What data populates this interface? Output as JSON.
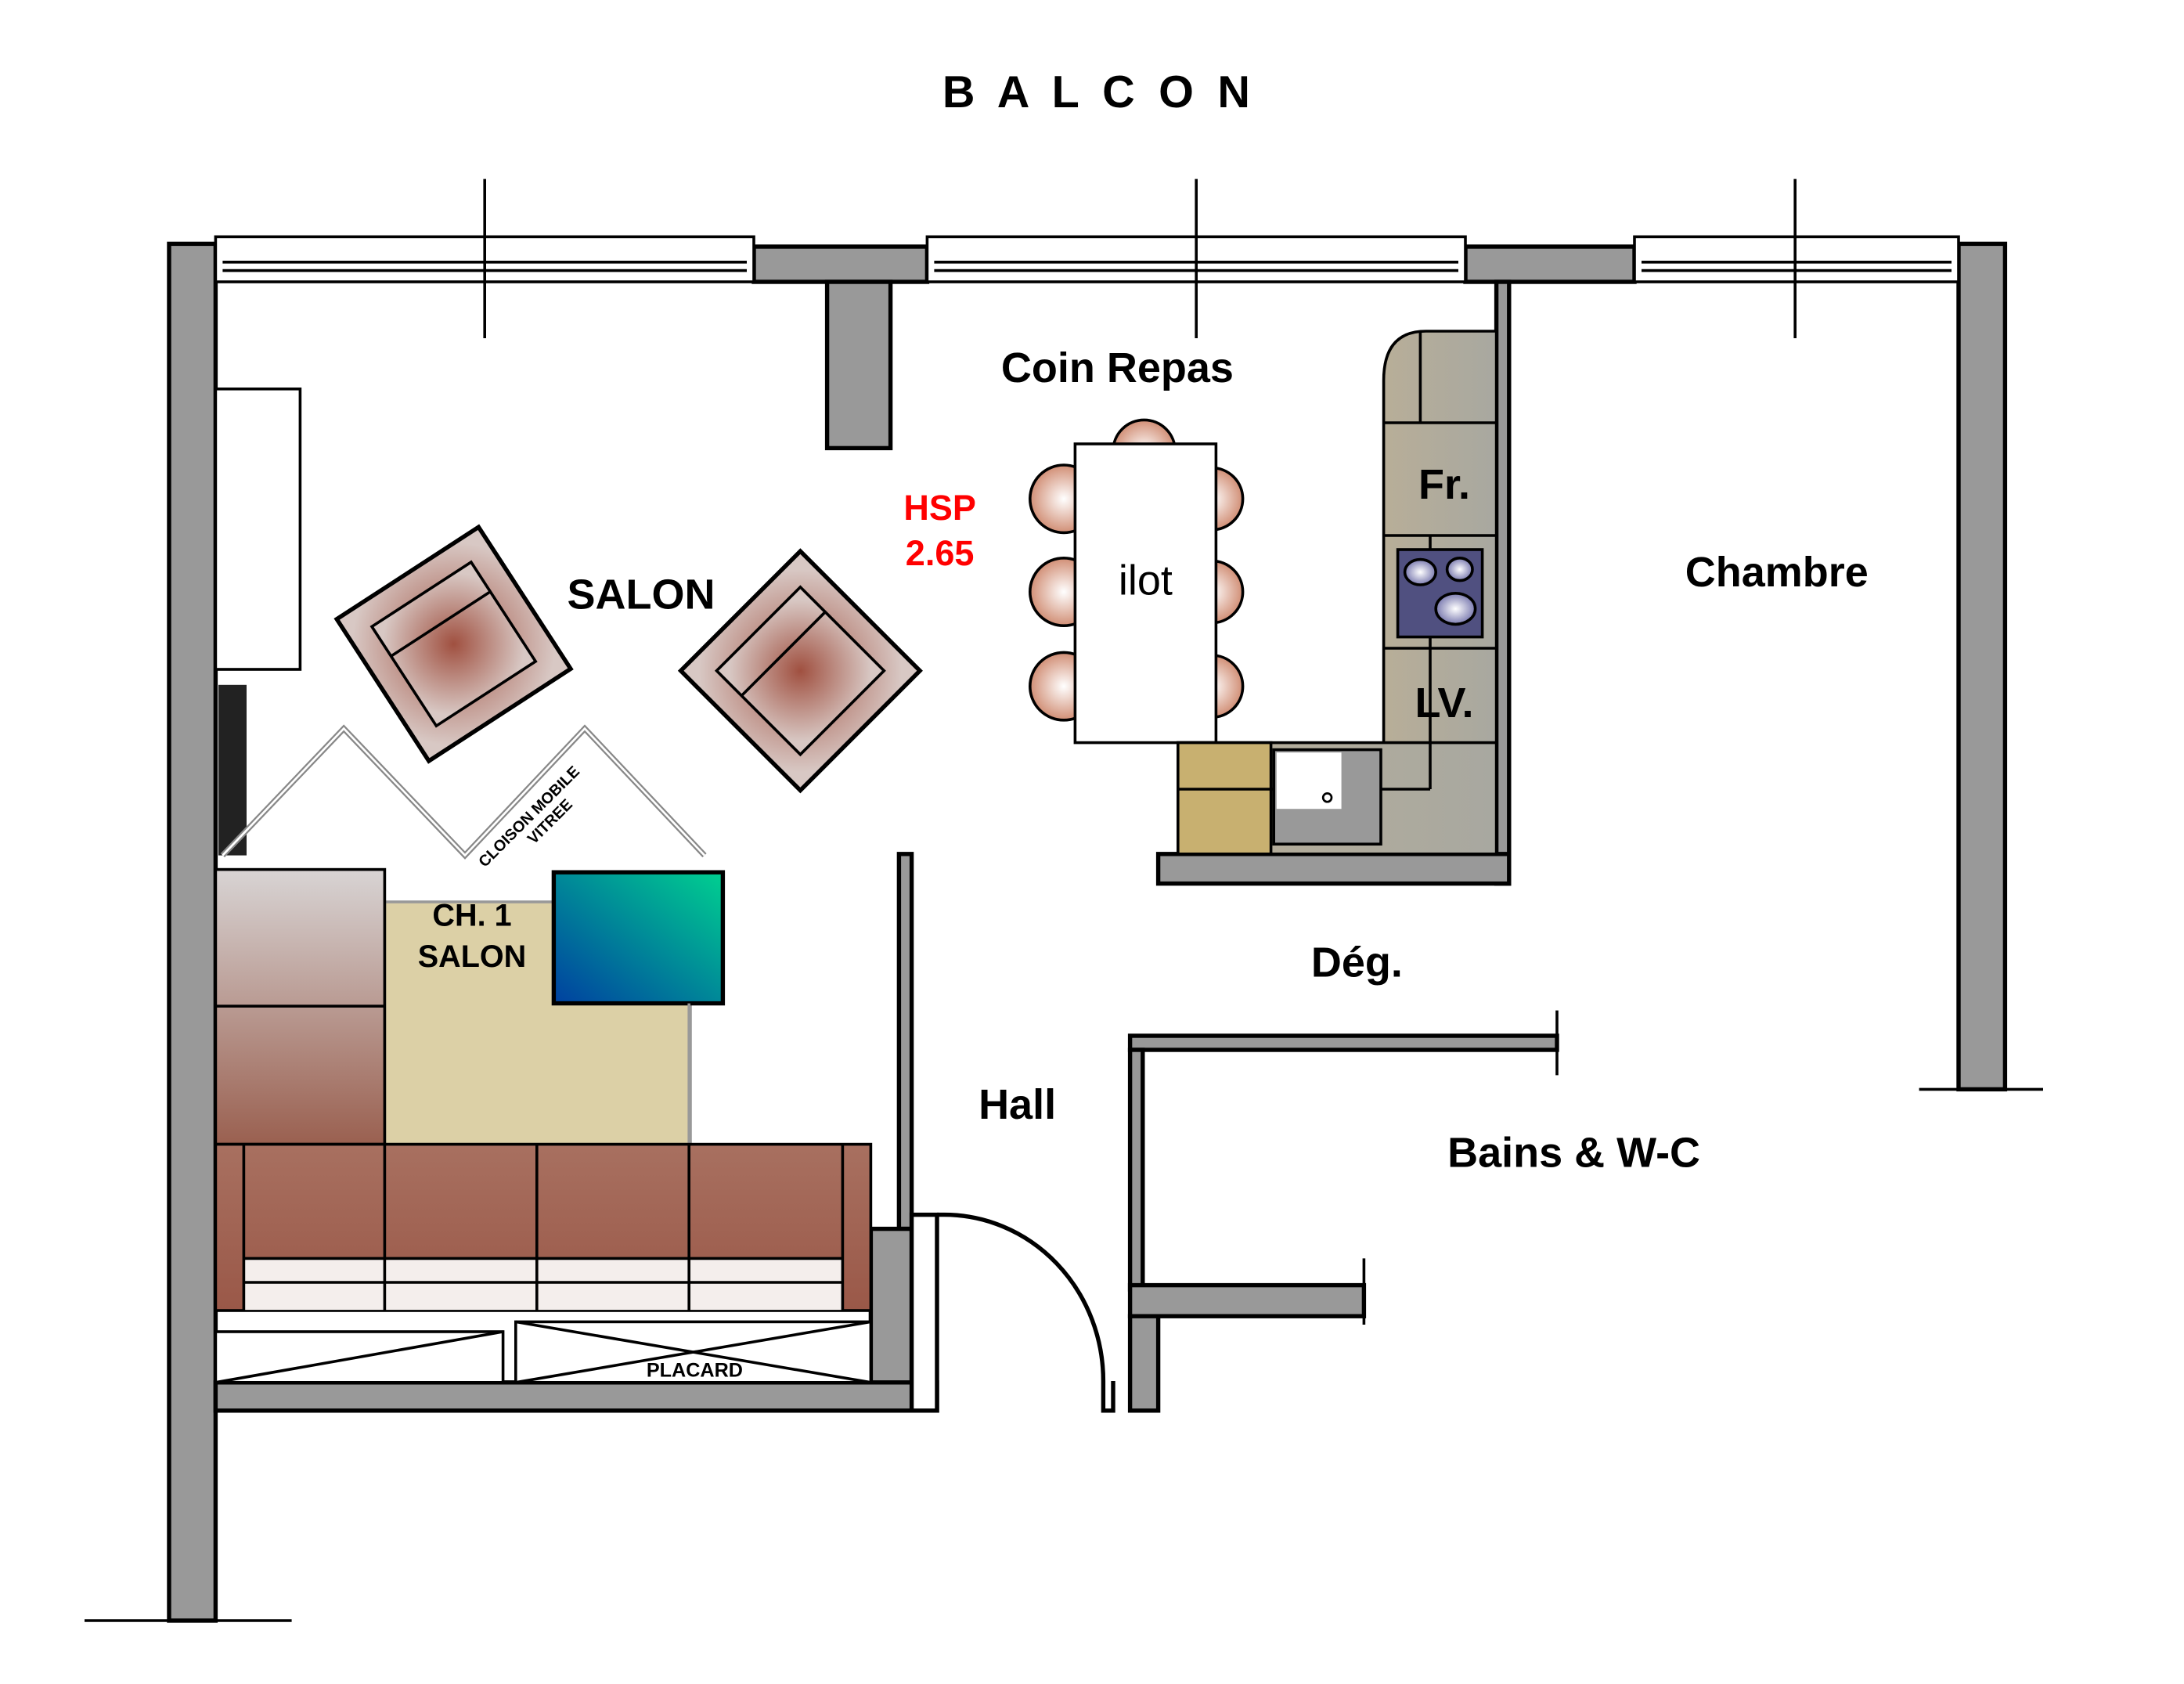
{
  "title": "B A L C O N",
  "rooms": {
    "salon": "SALON",
    "coin_repas": "Coin Repas",
    "chambre": "Chambre",
    "deg": "Dég.",
    "hall": "Hall",
    "bains": "Bains & W-C",
    "ch1_line1": "CH. 1",
    "ch1_line2": "SALON"
  },
  "hsp": {
    "label": "HSP",
    "value": "2.65",
    "color": "#ff0000"
  },
  "furniture": {
    "ilot": "ilot",
    "fridge": "Fr.",
    "dishwasher": "LV.",
    "placard": "PLACARD",
    "cloison_line1": "CLOISON MOBILE",
    "cloison_line2": "VITREE"
  },
  "colors": {
    "wall": "#999999",
    "sofa": "#a0604e",
    "kitchen": "#b0aa98",
    "tv": "#00a0a8",
    "rug": "#dcd0a6"
  }
}
